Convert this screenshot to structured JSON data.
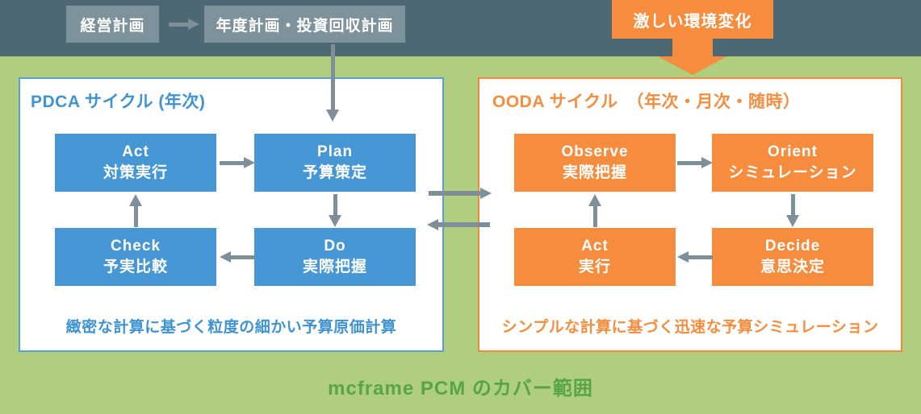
{
  "colors": {
    "top_band": "#4D6872",
    "gray_box": "#7E929B",
    "arrow_gray": "#7E8F99",
    "background_green": "#AFCE7E",
    "pdca_blue": "#4697D3",
    "ooda_orange": "#F68C3D",
    "footer_green": "#58A549"
  },
  "top": {
    "management_plan": "経営計画",
    "annual_plan": "年度計画・投資回収計画",
    "environment_change": "激しい環境変化"
  },
  "pdca": {
    "title": "PDCA サイクル (年次)",
    "boxes": [
      {
        "en": "Act",
        "ja": "対策実行"
      },
      {
        "en": "Plan",
        "ja": "予算策定"
      },
      {
        "en": "Check",
        "ja": "予実比較"
      },
      {
        "en": "Do",
        "ja": "実際把握"
      }
    ],
    "caption": "緻密な計算に基づく粒度の細かい予算原価計算"
  },
  "ooda": {
    "title": "OODA サイクル　（年次・月次・随時）",
    "boxes": [
      {
        "en": "Observe",
        "ja": "実際把握"
      },
      {
        "en": "Orient",
        "ja": "シミュレーション"
      },
      {
        "en": "Act",
        "ja": "実行"
      },
      {
        "en": "Decide",
        "ja": "意思決定"
      }
    ],
    "caption": "シンプルな計算に基づく迅速な予算シミュレーション"
  },
  "footer": {
    "label": "mcframe PCM のカバー範囲"
  }
}
